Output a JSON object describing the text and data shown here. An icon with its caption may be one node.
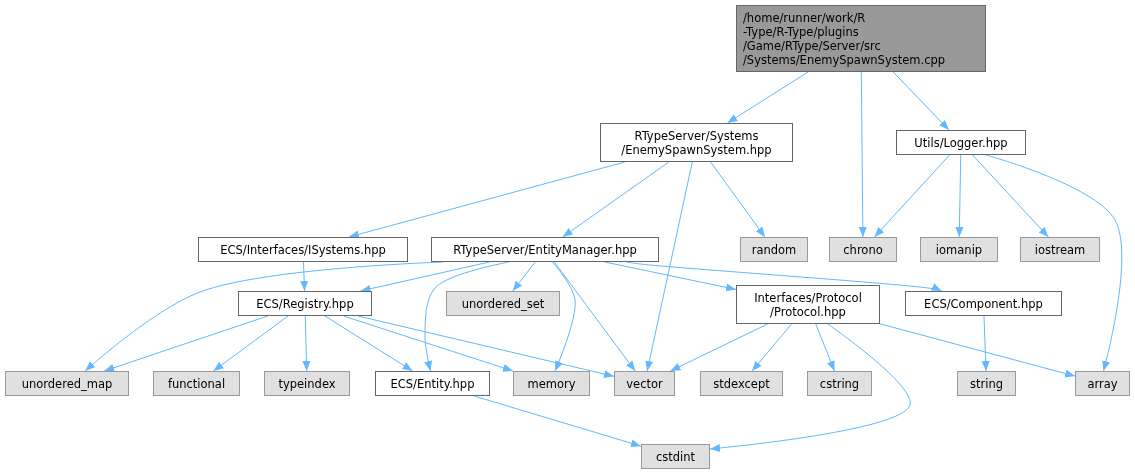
{
  "diagram": {
    "nodes": [
      {
        "text": [
          "/home/runner/work/R -Type/R-Type/plugins /Game/RType/Server/src /Systems/EnemySpawnSystem.cpp"
        ]
      },
      {
        "text": [
          "RTypeServer/Systems /EnemySpawnSystem.hpp"
        ]
      },
      {
        "text": [
          "Utils/Logger.hpp"
        ]
      },
      {
        "text": [
          "ECS/Interfaces/ISystems.hpp"
        ]
      },
      {
        "text": [
          "RTypeServer/EntityManager.hpp"
        ]
      },
      {
        "text": [
          "random"
        ]
      },
      {
        "text": [
          "chrono"
        ]
      },
      {
        "text": [
          "iomanip"
        ]
      },
      {
        "text": [
          "iostream"
        ]
      },
      {
        "text": [
          "ECS/Registry.hpp"
        ]
      },
      {
        "text": [
          "unordered_set"
        ]
      },
      {
        "text": [
          "Interfaces/Protocol /Protocol.hpp"
        ]
      },
      {
        "text": [
          "ECS/Component.hpp"
        ]
      },
      {
        "text": [
          "unordered_map"
        ]
      },
      {
        "text": [
          "functional"
        ]
      },
      {
        "text": [
          "typeindex"
        ]
      },
      {
        "text": [
          "ECS/Entity.hpp"
        ]
      },
      {
        "text": [
          "memory"
        ]
      },
      {
        "text": [
          "vector"
        ]
      },
      {
        "text": [
          "stdexcept"
        ]
      },
      {
        "text": [
          "cstring"
        ]
      },
      {
        "text": [
          "string"
        ]
      },
      {
        "text": [
          "array"
        ]
      },
      {
        "text": [
          "cstdint"
        ]
      }
    ],
    "edges": [
      {
        "from": 0,
        "to": 1,
        "arrow": "to"
      },
      {
        "from": 0,
        "to": 6,
        "arrow": "to"
      },
      {
        "from": 0,
        "to": 2,
        "arrow": "to"
      },
      {
        "from": 1,
        "to": 3,
        "arrow": "to"
      },
      {
        "from": 1,
        "to": 4,
        "arrow": "to"
      },
      {
        "from": 1,
        "to": 18,
        "arrow": "to"
      },
      {
        "from": 1,
        "to": 5,
        "arrow": "to"
      },
      {
        "from": 2,
        "to": 6,
        "arrow": "to"
      },
      {
        "from": 2,
        "to": 7,
        "arrow": "to"
      },
      {
        "from": 2,
        "to": 8,
        "arrow": "to"
      },
      {
        "from": 2,
        "to": 22,
        "arrow": "to"
      },
      {
        "from": 3,
        "to": 9,
        "arrow": "to"
      },
      {
        "from": 4,
        "to": 13,
        "arrow": "to"
      },
      {
        "from": 4,
        "to": 9,
        "arrow": "to"
      },
      {
        "from": 4,
        "to": 16,
        "arrow": "to"
      },
      {
        "from": 4,
        "to": 10,
        "arrow": "to"
      },
      {
        "from": 4,
        "to": 17,
        "arrow": "to"
      },
      {
        "from": 4,
        "to": 18,
        "arrow": "to"
      },
      {
        "from": 4,
        "to": 11,
        "arrow": "to"
      },
      {
        "from": 4,
        "to": 12,
        "arrow": "to"
      },
      {
        "from": 9,
        "to": 13,
        "arrow": "to"
      },
      {
        "from": 9,
        "to": 14,
        "arrow": "to"
      },
      {
        "from": 9,
        "to": 15,
        "arrow": "to"
      },
      {
        "from": 9,
        "to": 16,
        "arrow": "to"
      },
      {
        "from": 9,
        "to": 17,
        "arrow": "to"
      },
      {
        "from": 9,
        "to": 18,
        "arrow": "to"
      },
      {
        "from": 11,
        "to": 18,
        "arrow": "to"
      },
      {
        "from": 11,
        "to": 19,
        "arrow": "to"
      },
      {
        "from": 11,
        "to": 20,
        "arrow": "to"
      },
      {
        "from": 11,
        "to": 23,
        "arrow": "to"
      },
      {
        "from": 11,
        "to": 22,
        "arrow": "to"
      },
      {
        "from": 12,
        "to": 21,
        "arrow": "to"
      },
      {
        "from": 16,
        "to": 23,
        "arrow": "to"
      }
    ]
  }
}
